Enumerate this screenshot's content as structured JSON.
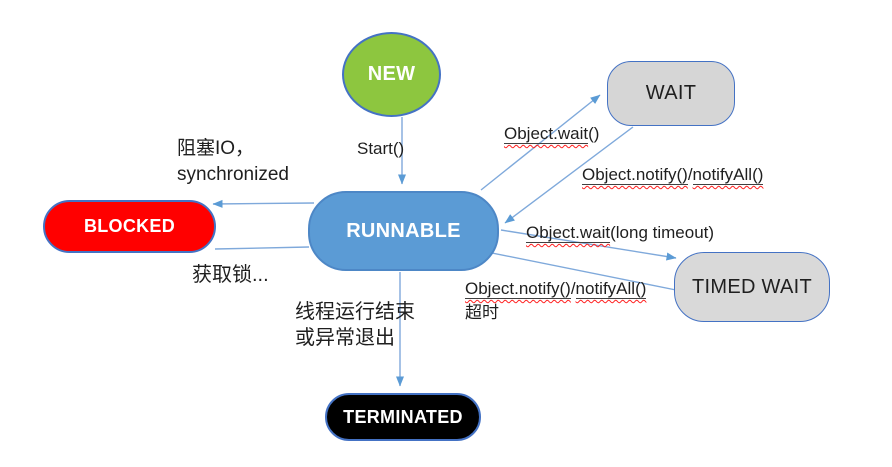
{
  "diagram": {
    "background": "#FFFFFF",
    "nodes": {
      "new": {
        "label": "NEW",
        "shape": "ellipse",
        "fill": "#8DC63F",
        "text_color": "#FFFFFF"
      },
      "wait": {
        "label": "WAIT",
        "shape": "rounded-rect",
        "fill": "#D6D6D6",
        "text_color": "#1F1F1F"
      },
      "runnable": {
        "label": "RUNNABLE",
        "shape": "rounded-rect",
        "fill": "#5B9BD5",
        "text_color": "#FFFFFF"
      },
      "blocked": {
        "label": "BLOCKED",
        "shape": "stadium",
        "fill": "#FF0000",
        "text_color": "#FFFFFF"
      },
      "timed_wait": {
        "label": "TIMED WAIT",
        "shape": "rounded-rect",
        "fill": "#D9D9D9",
        "text_color": "#1F1F1F"
      },
      "terminated": {
        "label": "TERMINATED",
        "shape": "stadium",
        "fill": "#000000",
        "text_color": "#FFFFFF"
      }
    },
    "edge_labels": {
      "start": {
        "text": "Start()"
      },
      "object_wait": {
        "word": "Object.wait",
        "rest": "()"
      },
      "notify_from_wait": {
        "word1": "Object.notify()",
        "slash": "/",
        "word2": "notifyAll()"
      },
      "wait_timeout": {
        "word": "Object.wait",
        "rest": "(long timeout)"
      },
      "notify_from_timed_wait": {
        "word1": "Object.notify()",
        "slash": "/",
        "word2": "notifyAll()",
        "line2": "超时"
      },
      "to_blocked": {
        "line1": "阻塞IO，",
        "line2": "synchronized"
      },
      "from_blocked": {
        "text": "获取锁..."
      },
      "to_terminated": {
        "line1": "线程运行结束",
        "line2": "或异常退出"
      }
    },
    "colors": {
      "node_border": "#4472C4",
      "arrow_line": "#7FA9DB",
      "arrow_head": "#5B9BD5",
      "label_text": "#1F1F1F",
      "spellcheck_squiggle": "#FF0000",
      "label_underline": "#404040"
    }
  }
}
